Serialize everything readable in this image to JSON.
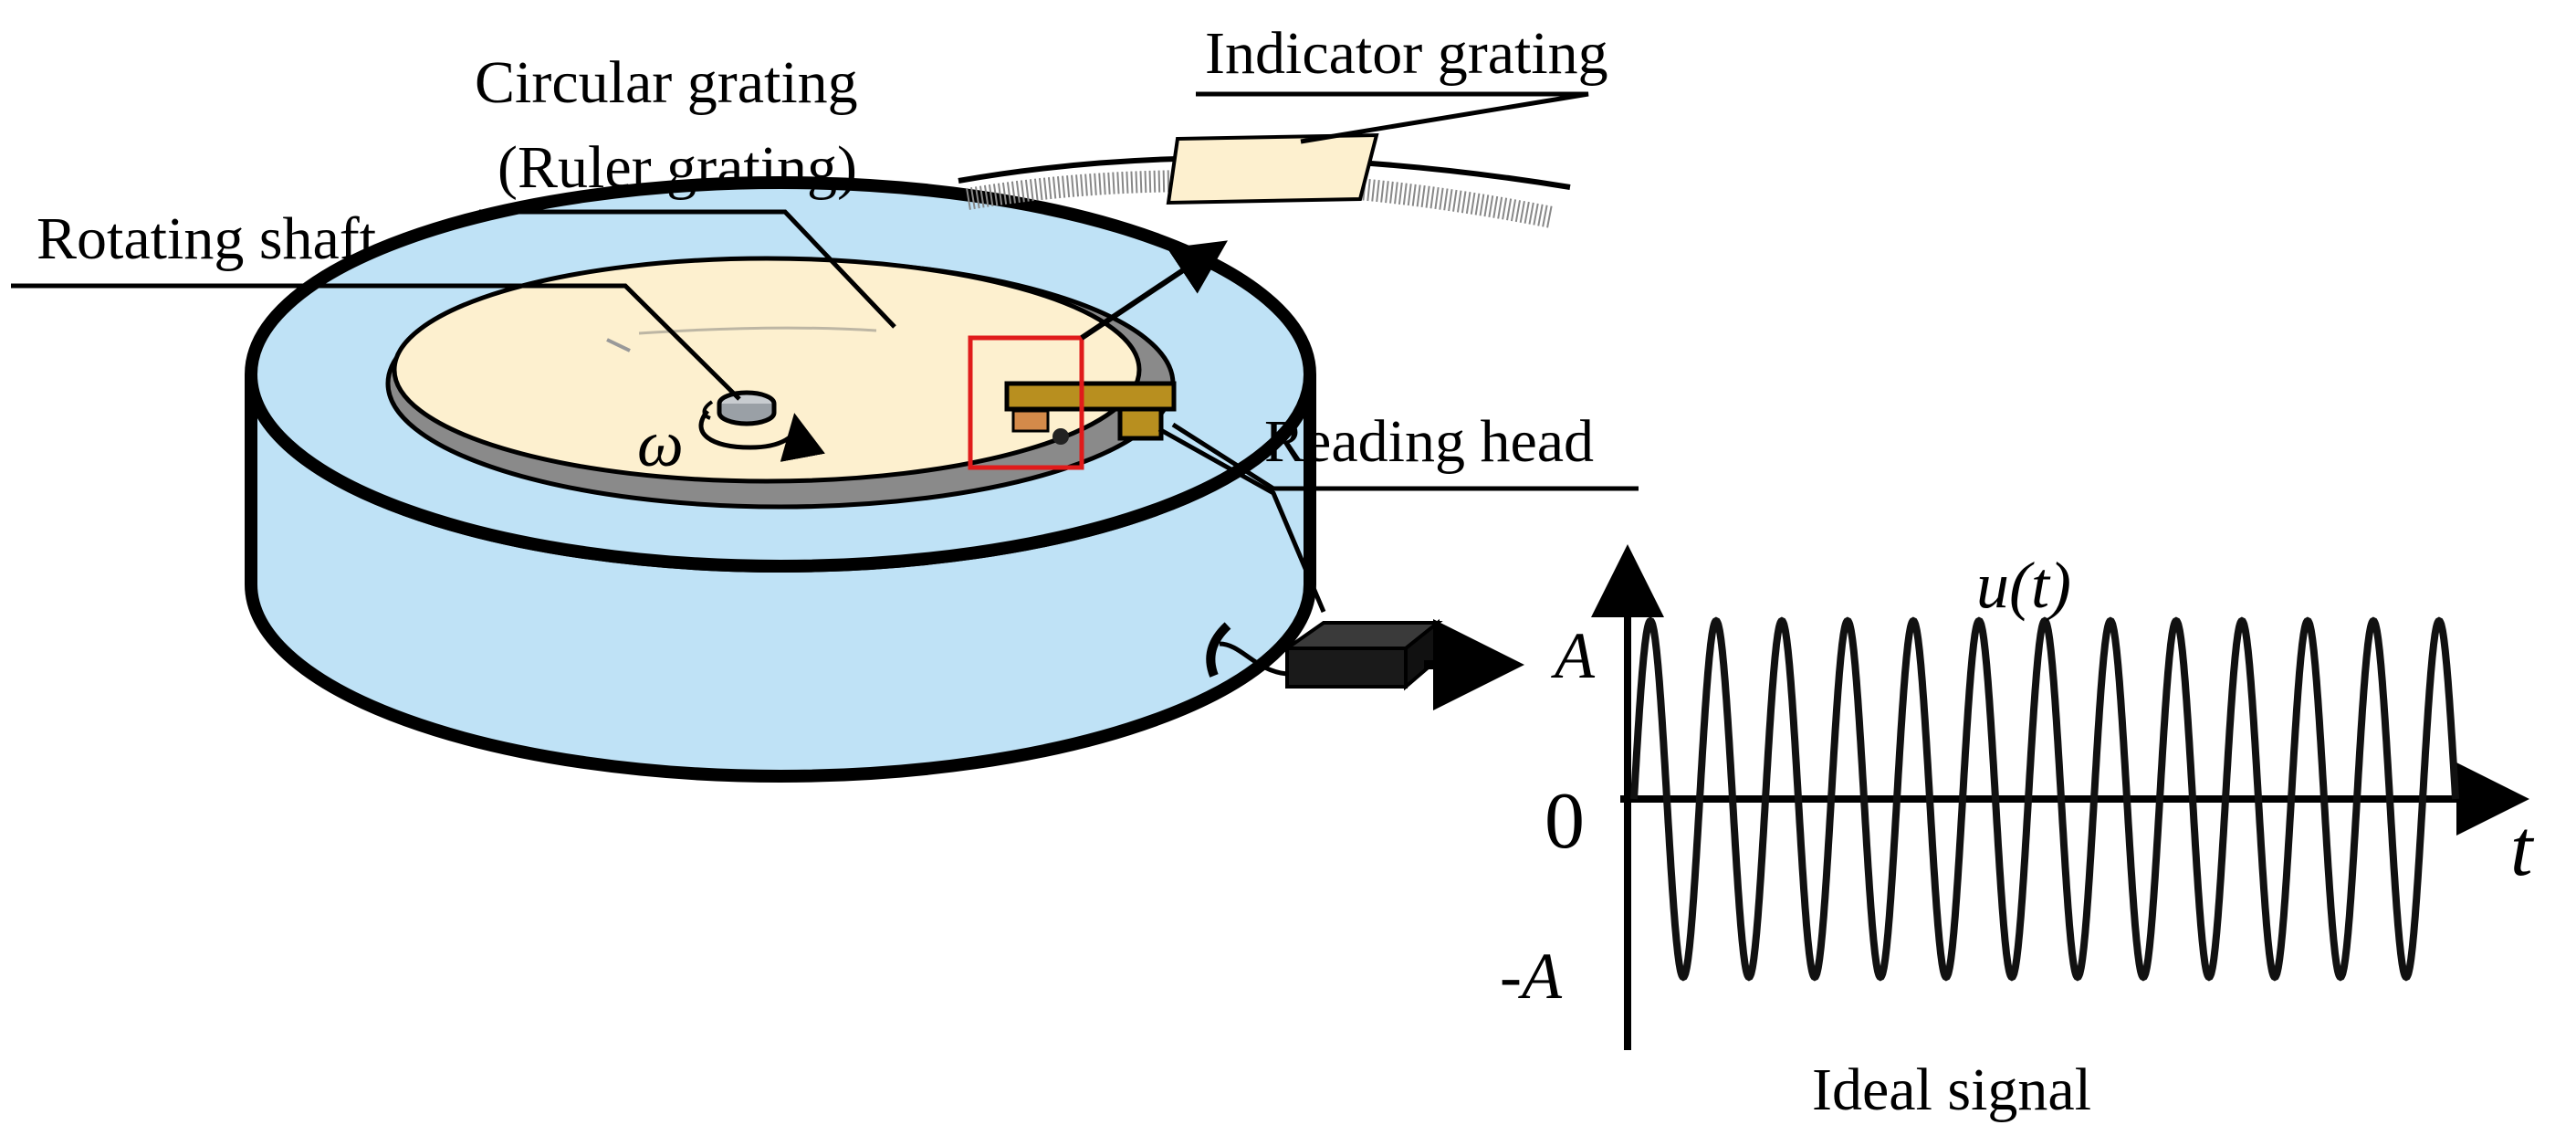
{
  "labels": {
    "circular_grating_line1": "Circular grating",
    "circular_grating_line2": "(Ruler grating)",
    "indicator_grating": "Indicator grating",
    "rotating_shaft": "Rotating shaft",
    "reading_head": "Reading head",
    "omega": "ω"
  },
  "chart_data": {
    "type": "line",
    "title": "u(t)",
    "xlabel": "t",
    "ylabel": "u(t)",
    "caption": "Ideal signal",
    "y_ticks": [
      "A",
      "0",
      "-A"
    ],
    "ylim": [
      -1,
      1
    ],
    "amplitude": 1,
    "cycles": 12.5,
    "function": "sine"
  },
  "colors": {
    "stroke": "#000000",
    "drum_fill": "#bfe2f6",
    "grating_fill": "#fdf0cf",
    "groove_fill": "#8a8a8a",
    "head_fill": "#b88f1f",
    "highlight_box": "#e01b1b",
    "signal": "#111111"
  }
}
